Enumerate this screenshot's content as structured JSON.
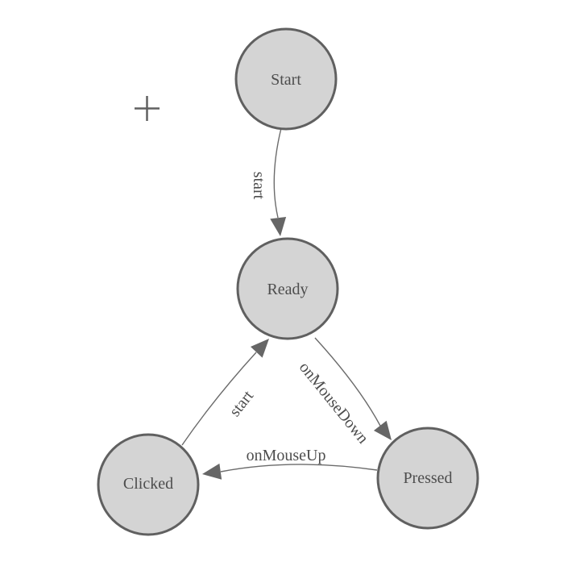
{
  "diagram": {
    "type": "state-machine",
    "nodes": [
      {
        "id": "start",
        "label": "Start"
      },
      {
        "id": "ready",
        "label": "Ready"
      },
      {
        "id": "clicked",
        "label": "Clicked"
      },
      {
        "id": "pressed",
        "label": "Pressed"
      }
    ],
    "edges": [
      {
        "from": "Start",
        "to": "Ready",
        "label": "start"
      },
      {
        "from": "Clicked",
        "to": "Ready",
        "label": "start"
      },
      {
        "from": "Ready",
        "to": "Pressed",
        "label": "onMouseDown"
      },
      {
        "from": "Pressed",
        "to": "Clicked",
        "label": "onMouseUp"
      }
    ],
    "markers": [
      {
        "id": "crosshair",
        "glyph": "plus-crosshair"
      }
    ]
  },
  "colors": {
    "node_fill": "#d4d4d4",
    "node_stroke": "#606060",
    "edge_stroke": "#6b6b6b",
    "arrow_fill": "#666666",
    "label_text": "#4d4d4d",
    "crosshair": "#606060",
    "background": "#ffffff"
  }
}
